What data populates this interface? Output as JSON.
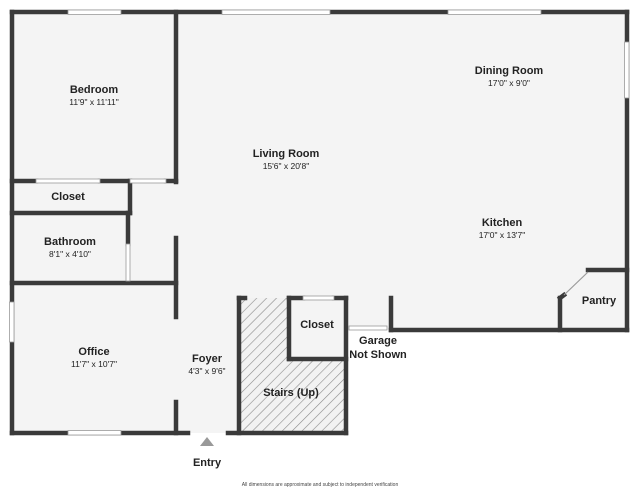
{
  "rooms": {
    "bedroom": {
      "name": "Bedroom",
      "dims": "11'9\" x 11'11\""
    },
    "closet_top": {
      "name": "Closet"
    },
    "bathroom": {
      "name": "Bathroom",
      "dims": "8'1\" x 4'10\""
    },
    "office": {
      "name": "Office",
      "dims": "11'7\" x 10'7\""
    },
    "living": {
      "name": "Living Room",
      "dims": "15'6\" x 20'8\""
    },
    "dining": {
      "name": "Dining Room",
      "dims": "17'0\" x 9'0\""
    },
    "kitchen": {
      "name": "Kitchen",
      "dims": "17'0\" x 13'7\""
    },
    "pantry": {
      "name": "Pantry"
    },
    "foyer": {
      "name": "Foyer",
      "dims": "4'3\" x 9'6\""
    },
    "closet_stairs": {
      "name": "Closet"
    },
    "stairs": {
      "name": "Stairs (Up)"
    }
  },
  "labels": {
    "garage_line1": "Garage",
    "garage_line2": "Not Shown",
    "entry": "Entry"
  },
  "footer": "All dimensions are approximate and subject to independent verification"
}
